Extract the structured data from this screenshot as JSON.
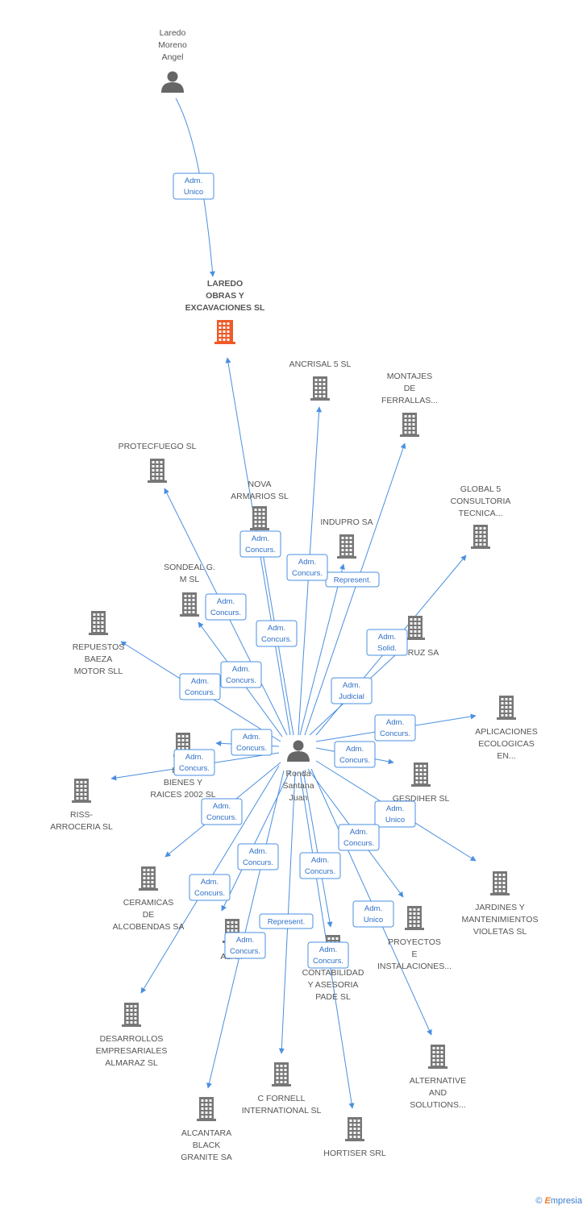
{
  "colors": {
    "edge": "#4a8fe0",
    "building": "#777777",
    "main_building": "#f05a28",
    "person": "#666666"
  },
  "nodes": [
    {
      "id": "laredo_angel",
      "type": "person",
      "lines": [
        "Laredo",
        "Moreno",
        "Angel"
      ]
    },
    {
      "id": "laredo_obras",
      "type": "company_main",
      "lines": [
        "LAREDO",
        "OBRAS Y",
        "EXCAVACIONES SL"
      ]
    },
    {
      "id": "ronda",
      "type": "person",
      "lines": [
        "Ronda",
        "Santana",
        "Juan"
      ]
    },
    {
      "id": "ancrisal",
      "type": "company",
      "lines": [
        "ANCRISAL 5 SL"
      ]
    },
    {
      "id": "montajes",
      "type": "company",
      "lines": [
        "MONTAJES",
        "DE",
        "FERRALLAS..."
      ]
    },
    {
      "id": "protecfuego",
      "type": "company",
      "lines": [
        "PROTECFUEGO SL"
      ]
    },
    {
      "id": "nova",
      "type": "company",
      "lines": [
        "NOVA",
        "ARMARIOS SL"
      ]
    },
    {
      "id": "global5",
      "type": "company",
      "lines": [
        "GLOBAL 5",
        "CONSULTORIA",
        "TECNICA..."
      ]
    },
    {
      "id": "indupro",
      "type": "company",
      "lines": [
        "INDUPRO SA"
      ]
    },
    {
      "id": "sondeal",
      "type": "company",
      "lines": [
        "SONDEAL G.",
        "M SL"
      ]
    },
    {
      "id": "repuestos",
      "type": "company",
      "lines": [
        "REPUESTOS",
        "BAEZA",
        "MOTOR SLL"
      ]
    },
    {
      "id": "ruz",
      "type": "company",
      "lines": [
        "RUZ SA"
      ]
    },
    {
      "id": "aplicaciones",
      "type": "company",
      "lines": [
        "APLICACIONES",
        "ECOLOGICAS",
        "EN..."
      ]
    },
    {
      "id": "inmo",
      "type": "company",
      "lines": [
        "INMO",
        "BIENES Y",
        "RAICES 2002 SL"
      ]
    },
    {
      "id": "riss",
      "type": "company",
      "lines": [
        "RISS-",
        "ARROCERIA SL"
      ]
    },
    {
      "id": "gesdiher",
      "type": "company",
      "lines": [
        "GESDIHER SL"
      ]
    },
    {
      "id": "ceramicas",
      "type": "company",
      "lines": [
        "CERAMICAS",
        "DE",
        "ALCOBENDAS SA"
      ]
    },
    {
      "id": "jardines",
      "type": "company",
      "lines": [
        "JARDINES Y",
        "MANTENIMIENTOS",
        "VIOLETAS SL"
      ]
    },
    {
      "id": "alkit",
      "type": "company",
      "lines": [
        "ALKIT"
      ]
    },
    {
      "id": "contabilidad",
      "type": "company",
      "lines": [
        "CONTABILIDAD",
        "Y ASESORIA",
        "PADE SL"
      ]
    },
    {
      "id": "proyectos",
      "type": "company",
      "lines": [
        "PROYECTOS",
        "E",
        "INSTALACIONES..."
      ]
    },
    {
      "id": "desarrollos",
      "type": "company",
      "lines": [
        "DESARROLLOS",
        "EMPRESARIALES",
        "ALMARAZ SL"
      ]
    },
    {
      "id": "alternative",
      "type": "company",
      "lines": [
        "ALTERNATIVE",
        "AND",
        "SOLUTIONS..."
      ]
    },
    {
      "id": "cfornell",
      "type": "company",
      "lines": [
        "C FORNELL",
        "INTERNATIONAL SL"
      ]
    },
    {
      "id": "alcantara",
      "type": "company",
      "lines": [
        "ALCANTARA",
        "BLACK",
        "GRANITE SA"
      ]
    },
    {
      "id": "hortiser",
      "type": "company",
      "lines": [
        "HORTISER SRL"
      ]
    }
  ],
  "edges": [
    {
      "from": "laredo_angel",
      "to": "laredo_obras",
      "lines": [
        "Adm.",
        "Unico"
      ]
    },
    {
      "from": "ronda",
      "to": "laredo_obras",
      "lines": []
    },
    {
      "from": "ronda",
      "to": "ancrisal",
      "lines": [
        "Adm.",
        "Concurs."
      ]
    },
    {
      "from": "ronda",
      "to": "montajes",
      "lines": [
        "Represent."
      ]
    },
    {
      "from": "ronda",
      "to": "protecfuego",
      "lines": [
        "Adm.",
        "Concurs."
      ]
    },
    {
      "from": "ronda",
      "to": "nova",
      "lines": [
        "Adm.",
        "Concurs."
      ]
    },
    {
      "from": "ronda",
      "to": "global5",
      "lines": [
        "Adm.",
        "Solid."
      ]
    },
    {
      "from": "ronda",
      "to": "indupro",
      "lines": [
        "Adm.",
        "Concurs."
      ]
    },
    {
      "from": "ronda",
      "to": "sondeal",
      "lines": [
        "Adm.",
        "Concurs."
      ]
    },
    {
      "from": "ronda",
      "to": "repuestos",
      "lines": [
        "Adm.",
        "Concurs."
      ]
    },
    {
      "from": "ronda",
      "to": "ruz",
      "lines": [
        "Adm.",
        "Judicial"
      ]
    },
    {
      "from": "ronda",
      "to": "aplicaciones",
      "lines": [
        "Adm.",
        "Concurs."
      ]
    },
    {
      "from": "ronda",
      "to": "inmo",
      "lines": [
        "Adm.",
        "Concurs."
      ]
    },
    {
      "from": "ronda",
      "to": "riss",
      "lines": [
        "Adm.",
        "Concurs."
      ]
    },
    {
      "from": "ronda",
      "to": "gesdiher",
      "lines": [
        "Adm.",
        "Concurs."
      ]
    },
    {
      "from": "ronda",
      "to": "ceramicas",
      "lines": [
        "Adm.",
        "Concurs."
      ]
    },
    {
      "from": "ronda",
      "to": "jardines",
      "lines": [
        "Adm.",
        "Unico"
      ]
    },
    {
      "from": "ronda",
      "to": "alkit",
      "lines": [
        "Adm.",
        "Concurs."
      ]
    },
    {
      "from": "ronda",
      "to": "contabilidad",
      "lines": [
        "Adm.",
        "Concurs."
      ]
    },
    {
      "from": "ronda",
      "to": "proyectos",
      "lines": [
        "Adm.",
        "Concurs."
      ]
    },
    {
      "from": "ronda",
      "to": "desarrollos",
      "lines": [
        "Adm.",
        "Concurs."
      ]
    },
    {
      "from": "ronda",
      "to": "alternative",
      "lines": [
        "Adm.",
        "Unico"
      ]
    },
    {
      "from": "ronda",
      "to": "cfornell",
      "lines": [
        "Represent."
      ]
    },
    {
      "from": "ronda",
      "to": "alcantara",
      "lines": [
        "Adm.",
        "Concurs."
      ]
    },
    {
      "from": "ronda",
      "to": "hortiser",
      "lines": [
        "Adm.",
        "Concurs."
      ]
    }
  ],
  "footer": {
    "copyright": "©",
    "brand_initial": "E",
    "brand_rest": "mpresia"
  }
}
